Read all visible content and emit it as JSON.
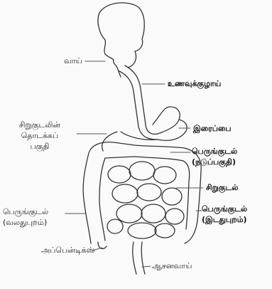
{
  "labels": {
    "mouth": "வாய்",
    "esophagus": "உணவுக்குழாய்",
    "duodenum": [
      "சிறுகுடலின்",
      "தொடக்கப்",
      "பகுதி"
    ],
    "stomach": "இரைப்பை",
    "transverse_colon": [
      "பெருங்குடல்",
      "(நடுப்பகுதி)"
    ],
    "small_intestine": "சிறுகுடல்",
    "ascending_colon": [
      "பெருங்குடல்",
      "(வலதுபுறம்)"
    ],
    "descending_colon": [
      "பெருங்குடல்",
      "(இடதுபுறம்)"
    ],
    "appendix": "அப்பென்டிக்ஸ்",
    "anus": "ஆசனவாய்"
  }
}
